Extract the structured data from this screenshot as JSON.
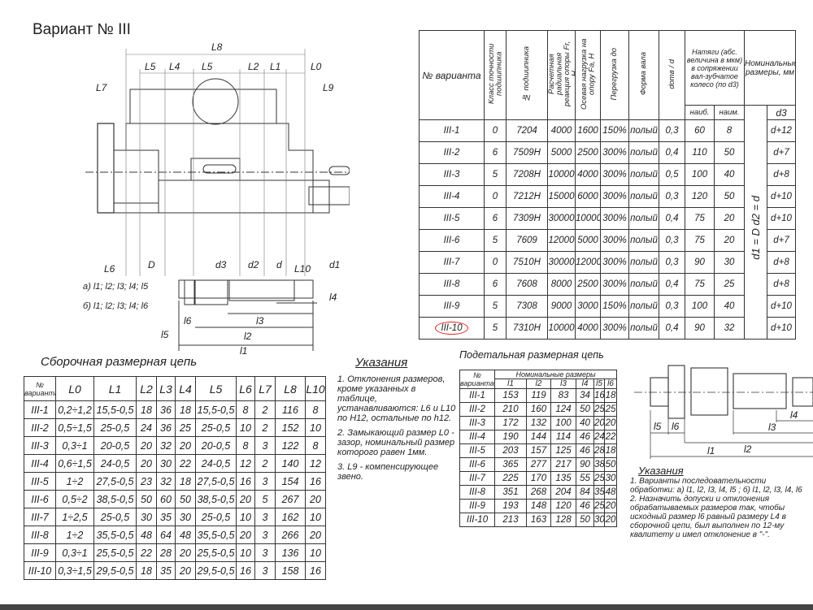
{
  "title": "Вариант № III",
  "assembly_drawing": {
    "labels": [
      "L8",
      "L5",
      "L4",
      "L5",
      "L2",
      "L1",
      "L0",
      "L7",
      "L9",
      "L6",
      "D",
      "d3",
      "d2",
      "d",
      "L10",
      "d1"
    ],
    "variant_a": "а) l1; l2; l3; l4; l5",
    "variant_b": "б) l1; l2; l3; l4; l6",
    "dims": [
      "l5",
      "l6",
      "l2",
      "l1",
      "l3",
      "l4"
    ]
  },
  "main_table": {
    "headers": [
      "№ варианта",
      "Класс точности подшипника",
      "№ подшипника",
      "Расчетная радиальная реакция опоры Fr, Н",
      "Осевая нагрузка на опору Fa, Н",
      "Перегрузка до",
      "Форма вала",
      "dотв / d",
      "Натяги (абс. величина в мкм) в сопряжении вал-зубчатое колесо (по d3)",
      "Номинальные размеры, мм"
    ],
    "sub_headers": [
      "наиб.",
      "наим.",
      "d3"
    ],
    "merged_note": "d1 = D    d2 = d",
    "rows": [
      [
        "III-1",
        "0",
        "7204",
        "4000",
        "1600",
        "150%",
        "полый",
        "0,3",
        "60",
        "8",
        "d+12"
      ],
      [
        "III-2",
        "6",
        "7509Н",
        "5000",
        "2500",
        "300%",
        "полый",
        "0,4",
        "110",
        "50",
        "d+7"
      ],
      [
        "III-3",
        "5",
        "7208Н",
        "10000",
        "4000",
        "300%",
        "полый",
        "0,5",
        "100",
        "40",
        "d+8"
      ],
      [
        "III-4",
        "0",
        "7212Н",
        "15000",
        "6000",
        "300%",
        "полый",
        "0,3",
        "120",
        "50",
        "d+10"
      ],
      [
        "III-5",
        "6",
        "7309Н",
        "30000",
        "10000",
        "300%",
        "полый",
        "0,4",
        "75",
        "20",
        "d+10"
      ],
      [
        "III-6",
        "5",
        "7609",
        "12000",
        "5000",
        "300%",
        "полый",
        "0,3",
        "75",
        "20",
        "d+7"
      ],
      [
        "III-7",
        "0",
        "7510Н",
        "30000",
        "12000",
        "300%",
        "полый",
        "0,3",
        "90",
        "30",
        "d+8"
      ],
      [
        "III-8",
        "6",
        "7608",
        "8000",
        "2500",
        "300%",
        "полый",
        "0,4",
        "75",
        "25",
        "d+8"
      ],
      [
        "III-9",
        "5",
        "7308",
        "9000",
        "3000",
        "150%",
        "полый",
        "0,3",
        "100",
        "40",
        "d+10"
      ],
      [
        "III-10",
        "5",
        "7310Н",
        "10000",
        "4000",
        "300%",
        "полый",
        "0,4",
        "90",
        "32",
        "d+10"
      ]
    ]
  },
  "assembly_chain": {
    "title": "Сборочная размерная цепь",
    "headers": [
      "№ варианта",
      "L0",
      "L1",
      "L2",
      "L3",
      "L4",
      "L5",
      "L6",
      "L7",
      "L8",
      "L10"
    ],
    "rows": [
      [
        "III-1",
        "0,2÷1,2",
        "15,5-0,5",
        "18",
        "36",
        "18",
        "15,5-0,5",
        "8",
        "2",
        "116",
        "8"
      ],
      [
        "III-2",
        "0,5÷1,5",
        "25-0,5",
        "24",
        "36",
        "25",
        "25-0,5",
        "10",
        "2",
        "152",
        "10"
      ],
      [
        "III-3",
        "0,3÷1",
        "20-0,5",
        "20",
        "32",
        "20",
        "20-0,5",
        "8",
        "3",
        "122",
        "8"
      ],
      [
        "III-4",
        "0,6÷1,5",
        "24-0,5",
        "20",
        "30",
        "22",
        "24-0,5",
        "12",
        "2",
        "140",
        "12"
      ],
      [
        "III-5",
        "1÷2",
        "27,5-0,5",
        "23",
        "32",
        "18",
        "27,5-0,5",
        "16",
        "3",
        "154",
        "16"
      ],
      [
        "III-6",
        "0,5÷2",
        "38,5-0,5",
        "50",
        "60",
        "50",
        "38,5-0,5",
        "20",
        "5",
        "267",
        "20"
      ],
      [
        "III-7",
        "1÷2,5",
        "25-0,5",
        "30",
        "35",
        "30",
        "25-0,5",
        "10",
        "3",
        "162",
        "10"
      ],
      [
        "III-8",
        "1÷2",
        "35,5-0,5",
        "48",
        "64",
        "48",
        "35,5-0,5",
        "20",
        "3",
        "266",
        "20"
      ],
      [
        "III-9",
        "0,3÷1",
        "25,5-0,5",
        "22",
        "28",
        "20",
        "25,5-0,5",
        "10",
        "3",
        "136",
        "10"
      ],
      [
        "III-10",
        "0,3÷1,5",
        "29,5-0,5",
        "18",
        "35",
        "20",
        "29,5-0,5",
        "16",
        "3",
        "158",
        "16"
      ]
    ]
  },
  "notes_left": {
    "title": "Указания",
    "items": [
      "1. Отклонения размеров, кроме указанных в таблице, устанавливаются: L6 и L10 по H12, остальные по h12.",
      "2. Замыкающий размер L0 - зазор, номинальный размер которого равен 1мм.",
      "3. L9 - компенсирующее звено."
    ]
  },
  "detail_chain": {
    "title": "Подетальная размерная цепь",
    "group_header": "Номинальные размеры",
    "headers": [
      "№ варианта",
      "l1",
      "l2",
      "l3",
      "l4",
      "l5",
      "l6"
    ],
    "rows": [
      [
        "III-1",
        "153",
        "119",
        "83",
        "34",
        "16",
        "18"
      ],
      [
        "III-2",
        "210",
        "160",
        "124",
        "50",
        "25",
        "25"
      ],
      [
        "III-3",
        "172",
        "132",
        "100",
        "40",
        "20",
        "20"
      ],
      [
        "III-4",
        "190",
        "144",
        "114",
        "46",
        "24",
        "22"
      ],
      [
        "III-5",
        "203",
        "157",
        "125",
        "46",
        "28",
        "18"
      ],
      [
        "III-6",
        "365",
        "277",
        "217",
        "90",
        "38",
        "50"
      ],
      [
        "III-7",
        "225",
        "170",
        "135",
        "55",
        "25",
        "30"
      ],
      [
        "III-8",
        "351",
        "268",
        "204",
        "84",
        "35",
        "48"
      ],
      [
        "III-9",
        "193",
        "148",
        "120",
        "46",
        "25",
        "20"
      ],
      [
        "III-10",
        "213",
        "163",
        "128",
        "50",
        "30",
        "20"
      ]
    ]
  },
  "shaft_drawing": {
    "labels": [
      "l5",
      "l6",
      "l4",
      "l3",
      "l2",
      "l1"
    ]
  },
  "notes_right": {
    "title": "Указания",
    "items": [
      "1. Варианты последовательности обработки: а) l1, l2, l3, l4, l5 ;  б) l1, l2, l3, l4, l6",
      "2. Назначить допуски и отклонения обрабатываемых размеров так, чтобы исходный размер l6 равный размеру L4 в сборочной цепи, был выполнен по 12-му квалитету и имел отклонение в \"-\"."
    ]
  }
}
